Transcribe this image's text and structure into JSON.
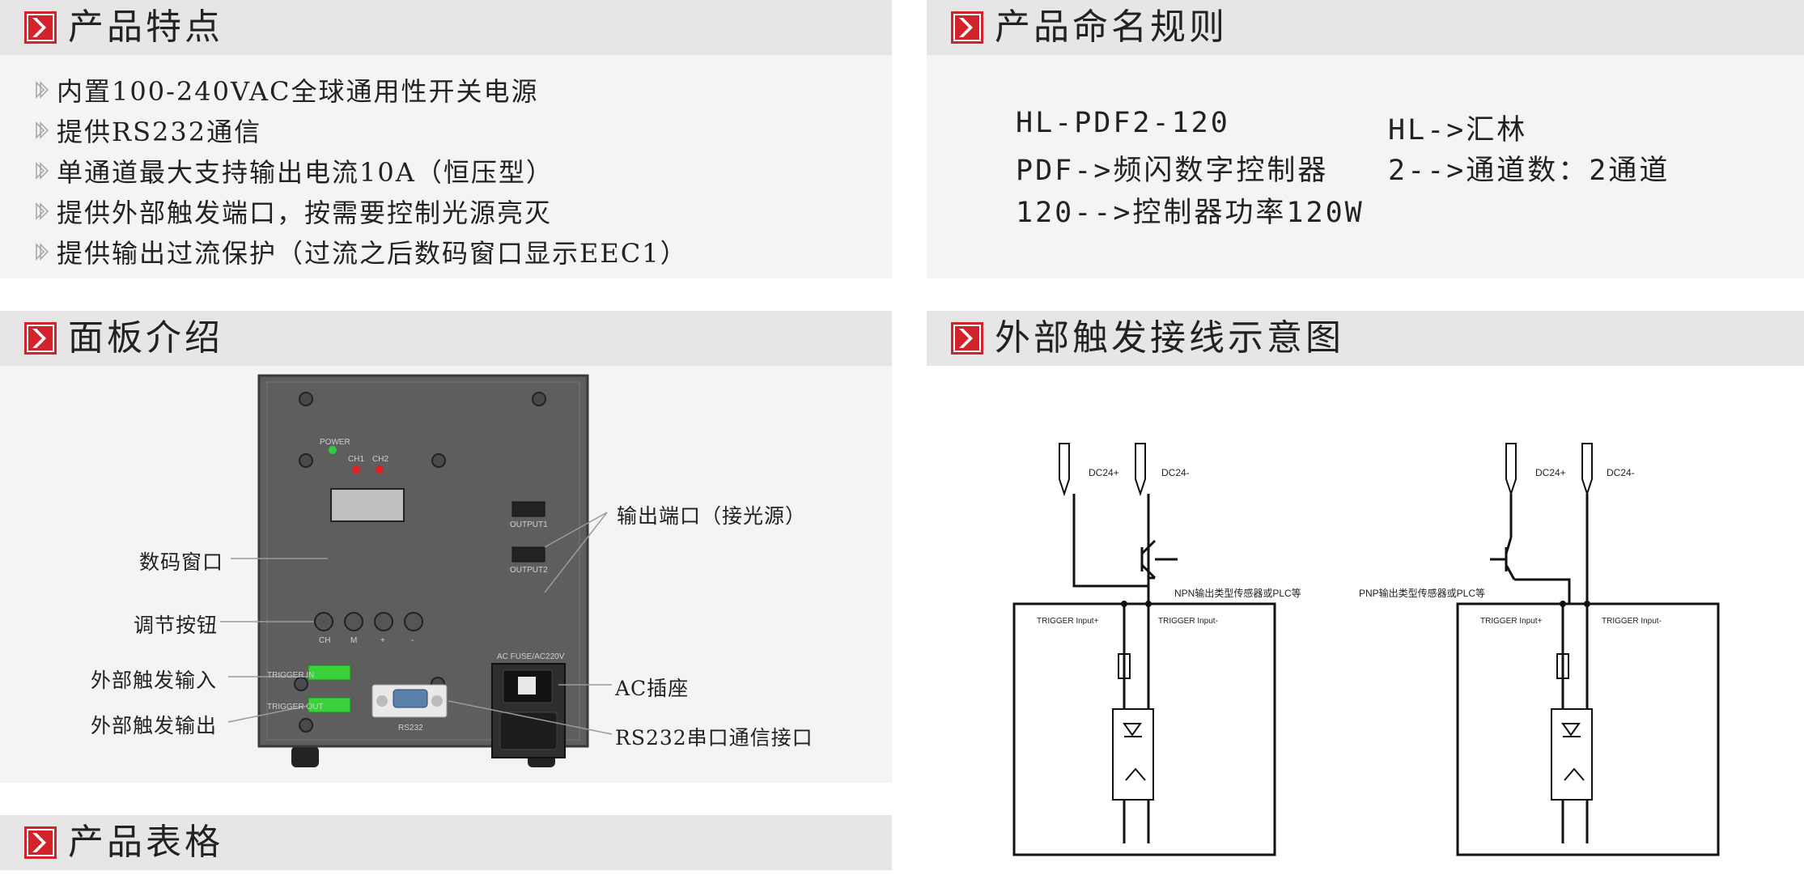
{
  "sections": {
    "features": {
      "title": "产品特点",
      "items": [
        "内置100-240VAC全球通用性开关电源",
        "提供RS232通信",
        "单通道最大支持输出电流10A（恒压型）",
        "提供外部触发端口，按需要控制光源亮灭",
        "提供输出过流保护（过流之后数码窗口显示EEC1）"
      ]
    },
    "naming": {
      "title": "产品命名规则",
      "rows": [
        [
          "HL-PDF2-120",
          "HL->汇林"
        ],
        [
          "PDF->频闪数字控制器",
          "2-->通道数：2通道"
        ],
        [
          "120-->控制器功率120W",
          ""
        ]
      ]
    },
    "panel": {
      "title": "面板介绍",
      "labels": {
        "digital_window": "数码窗口",
        "adjust_buttons": "调节按钮",
        "trigger_in": "外部触发输入",
        "trigger_out": "外部触发输出",
        "output_port": "输出端口（接光源）",
        "ac_socket": "AC插座",
        "rs232": "RS232串口通信接口"
      },
      "device": {
        "power": "POWER",
        "ch1": "CH1",
        "ch2": "CH2",
        "output1": "OUTPUT1",
        "output2": "OUTPUT2",
        "btn_ch": "CH",
        "btn_m": "M",
        "btn_plus": "+",
        "btn_minus": "-",
        "trig_in": "TRIGGER IN",
        "trig_out": "TRIGGER OUT",
        "rs232": "RS232",
        "ac": "AC FUSE/AC220V"
      }
    },
    "wiring": {
      "title": "外部触发接线示意图",
      "dc_plus": "DC24+",
      "dc_minus": "DC24-",
      "npn_label": "NPN输出类型传感器或PLC等",
      "pnp_label": "PNP输出类型传感器或PLC等",
      "trig_plus": "TRIGGER Input+",
      "trig_minus": "TRIGGER Input-"
    },
    "table": {
      "title": "产品表格"
    }
  },
  "colors": {
    "accent": "#d2232a",
    "header_bg": "#e6e6e6",
    "body_bg": "#f4f4f4"
  }
}
